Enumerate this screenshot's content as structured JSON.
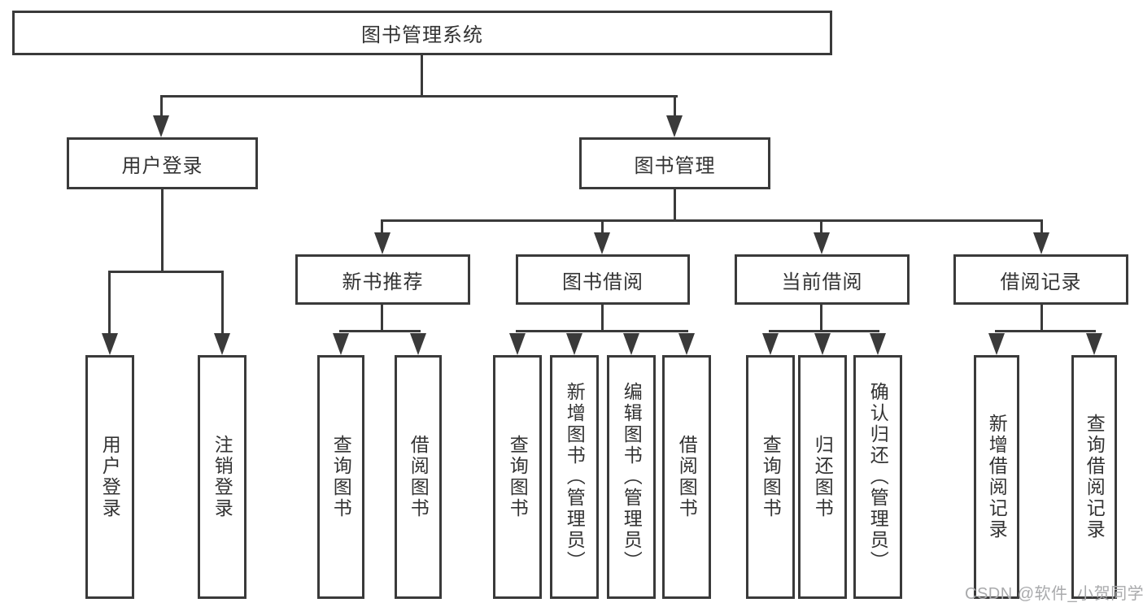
{
  "diagram": {
    "root": {
      "label": "图书管理系统"
    },
    "branches": [
      {
        "label": "用户登录",
        "children": [
          {
            "label": "用户登录"
          },
          {
            "label": "注销登录"
          }
        ]
      },
      {
        "label": "图书管理",
        "children": [
          {
            "label": "新书推荐",
            "children": [
              {
                "label": "查询图书"
              },
              {
                "label": "借阅图书"
              }
            ]
          },
          {
            "label": "图书借阅",
            "children": [
              {
                "label": "查询图书"
              },
              {
                "label": "新增图书（管理员）"
              },
              {
                "label": "编辑图书（管理员）"
              },
              {
                "label": "借阅图书"
              }
            ]
          },
          {
            "label": "当前借阅",
            "children": [
              {
                "label": "查询图书"
              },
              {
                "label": "归还图书"
              },
              {
                "label": "确认归还（管理员）"
              }
            ]
          },
          {
            "label": "借阅记录",
            "children": [
              {
                "label": "新增借阅记录"
              },
              {
                "label": "查询借阅记录"
              }
            ]
          }
        ]
      }
    ]
  },
  "watermark": {
    "text": "CSDN @软件_小贺同学"
  },
  "colors": {
    "line": "#3a3a3a",
    "text": "#333333",
    "watermark": "#a9aaac",
    "bg": "#ffffff"
  }
}
